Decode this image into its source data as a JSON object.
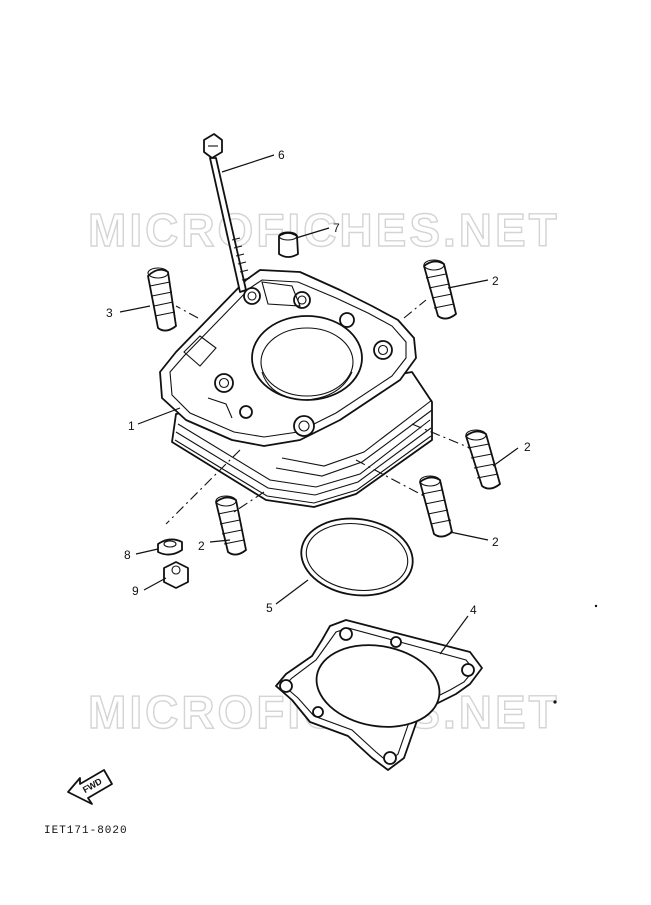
{
  "watermark": "MICROFICHES.NET",
  "fwd_label": "FWD",
  "diagram_code": "IET171-8020",
  "callouts": [
    "1",
    "2",
    "2",
    "2",
    "2",
    "3",
    "4",
    "5",
    "6",
    "7",
    "8",
    "9"
  ]
}
